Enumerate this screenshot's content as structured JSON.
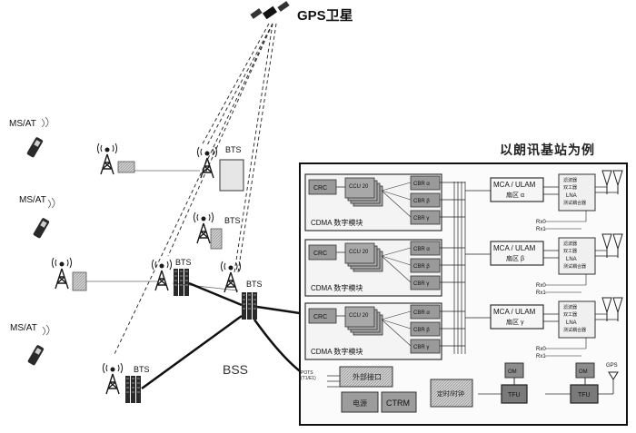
{
  "satellite": {
    "label": "GPS卫星"
  },
  "mobiles": [
    {
      "label": "MS/AT"
    },
    {
      "label": "MS/AT"
    },
    {
      "label": "MS/AT"
    }
  ],
  "bts_labels": [
    "BTS",
    "BTS",
    "BTS",
    "BTS",
    "BTS"
  ],
  "bss_label": "BSS",
  "detail_title": "以朗讯基站为例",
  "modules": [
    {
      "crc": "CRC",
      "ccu": "CCU 20",
      "cbr": [
        "CBR α",
        "CBR β",
        "CBR γ"
      ],
      "label": "CDMA 数字模块"
    },
    {
      "crc": "CRC",
      "ccu": "CCU 20",
      "cbr": [
        "CBR α",
        "CBR β",
        "CBR γ"
      ],
      "label": "CDMA 数字模块"
    },
    {
      "crc": "CRC",
      "ccu": "CCU 20",
      "cbr": [
        "CBR α",
        "CBR β",
        "CBR γ"
      ],
      "label": "CDMA 数字模块"
    }
  ],
  "mca": [
    {
      "title": "MCA / ULAM",
      "sector": "扇区 α"
    },
    {
      "title": "MCA / ULAM",
      "sector": "扇区 β"
    },
    {
      "title": "MCA / ULAM",
      "sector": "扇区 γ"
    }
  ],
  "lna": {
    "line1": "滤波器",
    "line2": "双工器",
    "line3": "LNA",
    "line4": "测试耦合器"
  },
  "rx_labels": [
    "Rx0",
    "Rx1"
  ],
  "bottom": {
    "pots": "POTS",
    "pots_sub": "(T1/E1)",
    "interface": "外部接口",
    "power": "电源",
    "ctrm": "CTRM",
    "timing": "定时/时钟",
    "om": "OM",
    "tfu": "TFU",
    "gps": "GPS"
  }
}
